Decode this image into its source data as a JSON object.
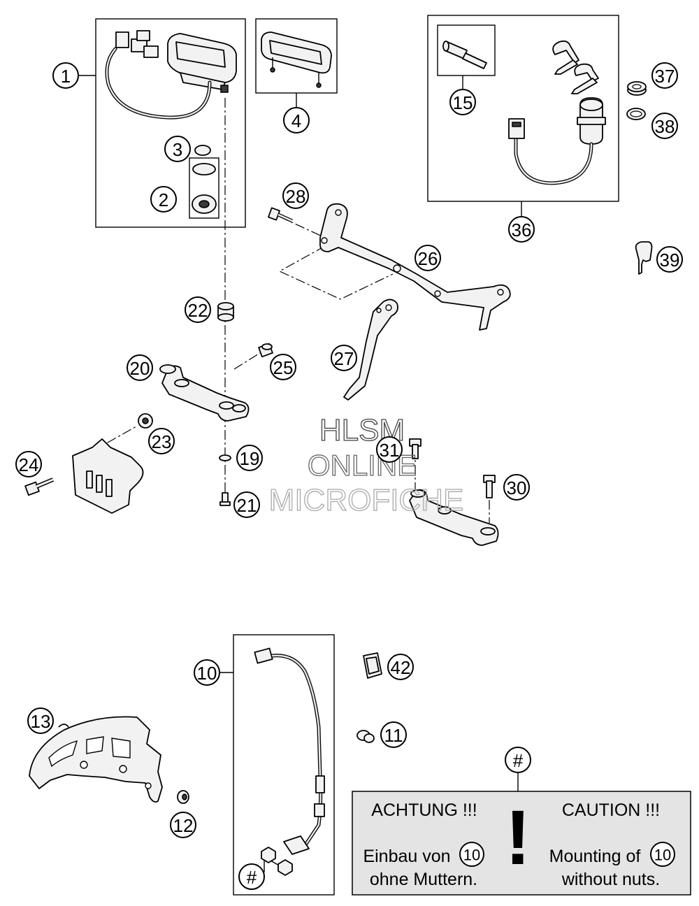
{
  "callouts": [
    {
      "id": "c1",
      "label": "1"
    },
    {
      "id": "c2",
      "label": "2"
    },
    {
      "id": "c3",
      "label": "3"
    },
    {
      "id": "c4",
      "label": "4"
    },
    {
      "id": "c10",
      "label": "10"
    },
    {
      "id": "c11",
      "label": "11"
    },
    {
      "id": "c12",
      "label": "12"
    },
    {
      "id": "c13",
      "label": "13"
    },
    {
      "id": "c15",
      "label": "15"
    },
    {
      "id": "c19",
      "label": "19"
    },
    {
      "id": "c20",
      "label": "20"
    },
    {
      "id": "c21",
      "label": "21"
    },
    {
      "id": "c22",
      "label": "22"
    },
    {
      "id": "c23",
      "label": "23"
    },
    {
      "id": "c24",
      "label": "24"
    },
    {
      "id": "c25",
      "label": "25"
    },
    {
      "id": "c26",
      "label": "26"
    },
    {
      "id": "c27",
      "label": "27"
    },
    {
      "id": "c28",
      "label": "28"
    },
    {
      "id": "c30",
      "label": "30"
    },
    {
      "id": "c31",
      "label": "31"
    },
    {
      "id": "c36",
      "label": "36"
    },
    {
      "id": "c37",
      "label": "37"
    },
    {
      "id": "c38",
      "label": "38"
    },
    {
      "id": "c39",
      "label": "39"
    },
    {
      "id": "c42",
      "label": "42"
    },
    {
      "id": "chash-top",
      "label": "#"
    },
    {
      "id": "chash-bottom",
      "label": "#"
    }
  ],
  "watermark": {
    "line1": "HLSM",
    "line2": "ONLINE",
    "line3": "MICROFICHE"
  },
  "caution": {
    "left_title": "ACHTUNG !!!",
    "right_title": "CAUTION !!!",
    "left_line1_prefix": "Einbau von",
    "left_line1_ref": "10",
    "left_line2": "ohne Muttern.",
    "right_line1_prefix": "Mounting of",
    "right_line1_ref": "10",
    "right_line2": "without nuts.",
    "mark": "!"
  }
}
